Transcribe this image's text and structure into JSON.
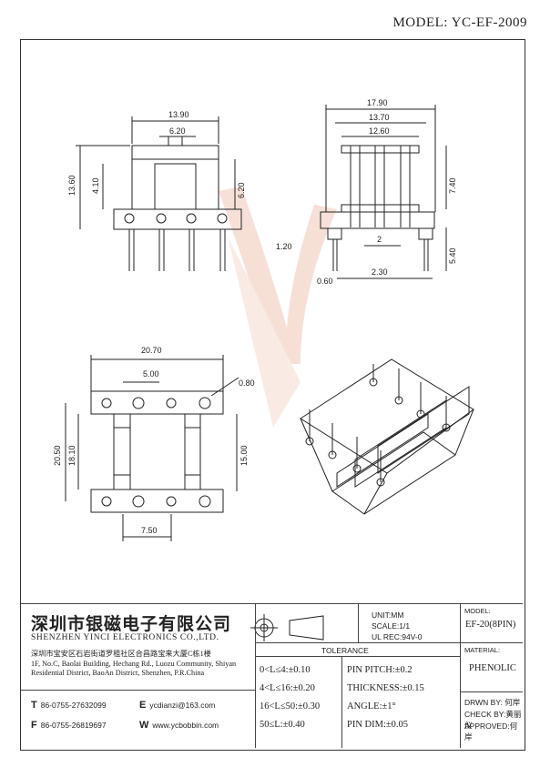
{
  "model": "MODEL: YC-EF-2009",
  "dims": {
    "d13_90": "13.90",
    "d6_20": "6.20",
    "d13_60": "13.60",
    "d4_10": "4.10",
    "d6_20b": "6.20",
    "d17_90": "17.90",
    "d13_70": "13.70",
    "d12_60": "12.60",
    "d7_40": "7.40",
    "d1_20": "1.20",
    "d2": "2",
    "d5_40": "5.40",
    "d0_60": "0.60",
    "d2_30": "2.30",
    "d20_70": "20.70",
    "d5_00": "5.00",
    "d0_80": "0.80",
    "d20_50": "20.50",
    "d18_10": "18.10",
    "d15_00": "15.00",
    "d7_50": "7.50"
  },
  "title_block": {
    "company_cn": "深圳市银磁电子有限公司",
    "company_en": "SHENZHEN YINCI ELECTRONICS CO.,LTD.",
    "address_cn": "深圳市宝安区石岩街道罗租社区合昌路宝来大厦C栋1楼",
    "address_en": "1F, No.C, Baolai Building, Hechang Rd., Luozu Community, Shiyan Residential District, BaoAn District, Shenzhen, P.R.China",
    "tel": "86-0755-27632099",
    "fax": "86-0755-26819697",
    "email": "ycdianzi@163.com",
    "web": "www.ycbobbin.com",
    "unit": "UNIT:MM",
    "scale": "SCALE:1/1",
    "ul": "UL REC:94V-0",
    "tolerance_title": "TOLERANCE",
    "tol_1": "0<L≤4:±0.10",
    "tol_2": "4<L≤16:±0.20",
    "tol_3": "16<L≤50:±0.30",
    "tol_4": "50≤L:±0.40",
    "pin_pitch": "PIN PITCH:±0.2",
    "thickness": "THICKNESS:±0.15",
    "angle": "ANGLE:±1°",
    "pin_dim": "PIN DIM:±0.05",
    "model_label": "MODEL:",
    "model_value": "EF-20(8PIN)",
    "material_label": "MATERIAL:",
    "material_value": "PHENOLIC",
    "drawn": "DRWN BY: 何岸",
    "check": "CHECK BY:黄丽仪",
    "approved": "APPROVED:何岸"
  }
}
